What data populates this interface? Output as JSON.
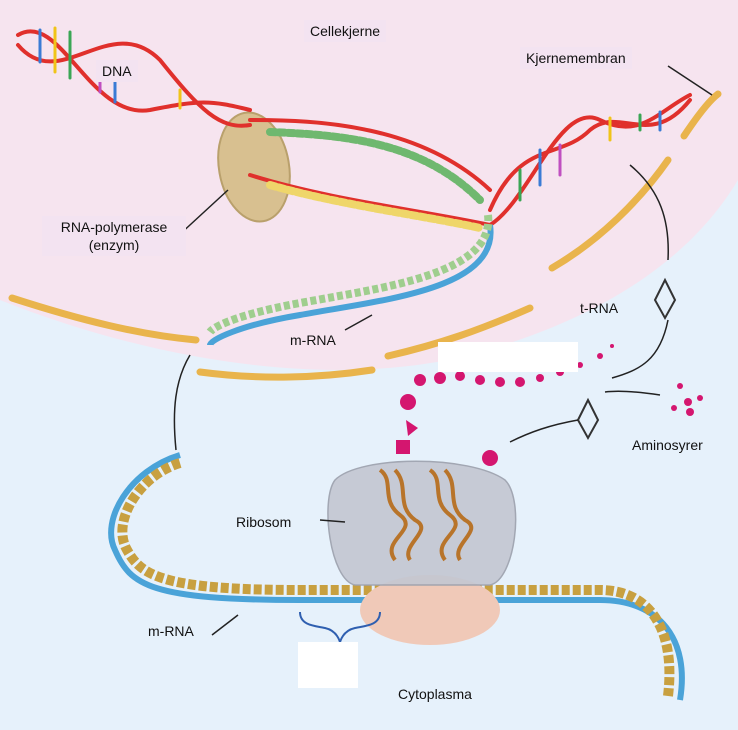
{
  "labels": {
    "nucleus": "Cellekjerne",
    "dna": "DNA",
    "nuclear_membrane": "Kjernemembran",
    "rna_polymerase_line1": "RNA-polymerase",
    "rna_polymerase_line2": "(enzym)",
    "mrna_nucleus": "m-RNA",
    "trna": "t-RNA",
    "amino_acids": "Aminosyrer",
    "ribosome": "Ribosom",
    "mrna_cytoplasm": "m-RNA",
    "cytoplasm": "Cytoplasma"
  },
  "colors": {
    "nucleus_fill": "#f6e4ef",
    "cytoplasm_fill": "#e6f1fb",
    "membrane": "#e9b44c",
    "dna_backbone": "#e0302c",
    "mrna_backbone": "#4aa3d8",
    "polymerase": "#d8c090",
    "ribosome": "#b8bcc6",
    "amino_acid": "#d4166f",
    "trna": "#b8742a"
  },
  "icons": [
    "dna-helix",
    "rna-polymerase-blob",
    "trna-cloverleaf-icon",
    "ribosome-blob",
    "amino-acid-bead"
  ]
}
